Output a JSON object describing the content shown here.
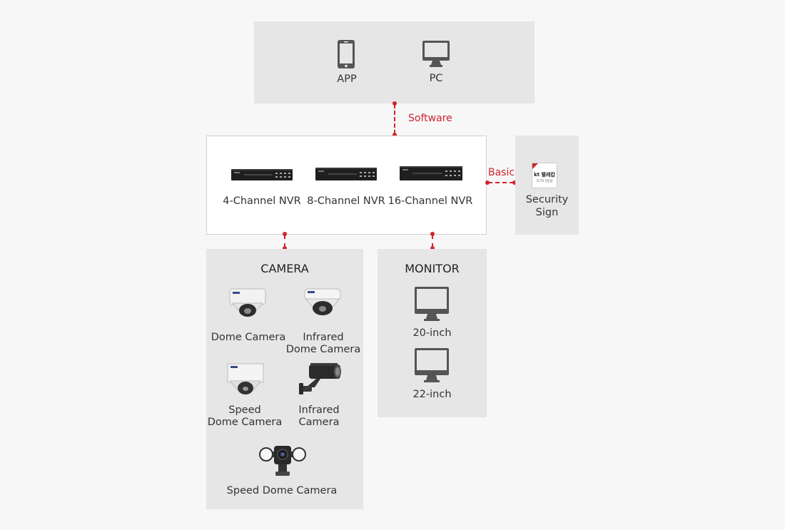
{
  "clients": {
    "app_label": "APP",
    "pc_label": "PC",
    "icon_app": "smartphone-icon",
    "icon_pc": "monitor-icon"
  },
  "links": {
    "software_label": "Software",
    "basic_label": "Basic"
  },
  "nvr": {
    "items": [
      {
        "label": "4-Channel NVR"
      },
      {
        "label": "8-Channel NVR"
      },
      {
        "label": "16-Channel NVR"
      }
    ]
  },
  "security": {
    "logo_text": "kt 텔레캅",
    "logo_sub": "CCTV 전문점",
    "label_line1": "Security",
    "label_line2": "Sign"
  },
  "camera": {
    "title": "CAMERA",
    "items": [
      {
        "line1": "Dome Camera",
        "line2": ""
      },
      {
        "line1": "Infrared",
        "line2": "Dome Camera"
      },
      {
        "line1": "Speed",
        "line2": "Dome Camera"
      },
      {
        "line1": "Infrared",
        "line2": "Camera"
      },
      {
        "line1": "Speed Dome Camera",
        "line2": ""
      }
    ]
  },
  "monitor": {
    "title": "MONITOR",
    "items": [
      {
        "label": "20-inch"
      },
      {
        "label": "22-inch"
      }
    ]
  },
  "colors": {
    "accent_red": "#d0242e",
    "panel_gray": "#e6e6e6",
    "icon_gray": "#555555"
  }
}
